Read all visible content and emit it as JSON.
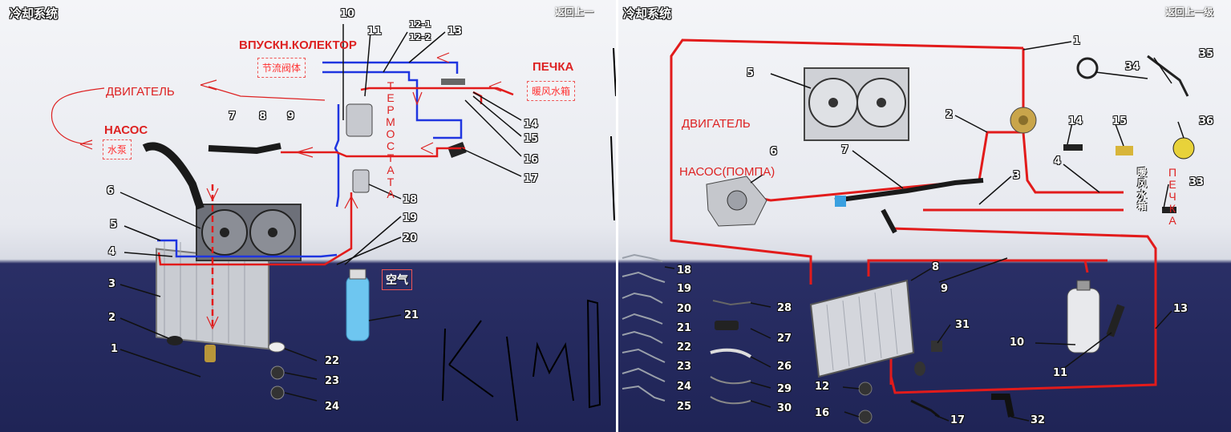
{
  "left_panel": {
    "header": "冷却系统",
    "back_link": "返回上一",
    "labels": {
      "intake": "ВПУСКН.КОЛЕКТОР",
      "heater": "ПЕЧКА",
      "engine": "ДВИГАТЕЛЬ",
      "pump": "НАСОС",
      "thermostat_vertical": "ТЕРМОСТАТА",
      "throttle_box": "节流阀体",
      "heater_box": "暖风水箱",
      "pump_box": "水泵",
      "air_box": "空气"
    },
    "callouts": [
      "10",
      "11",
      "12-1",
      "12-2",
      "13",
      "14",
      "15",
      "16",
      "17",
      "18",
      "19",
      "20",
      "21",
      "22",
      "23",
      "24",
      "1",
      "2",
      "3",
      "4",
      "5",
      "6",
      "7",
      "8",
      "9"
    ],
    "handwriting": "KIMD"
  },
  "right_panel": {
    "header": "冷却系统",
    "back_link": "返回上一级",
    "labels": {
      "engine": "ДВИГАТЕЛЬ",
      "pump": "НАСОС(ПОМПА)",
      "heater_vertical": "ПЕЧКА",
      "heater_box_vertical": "暖风水箱"
    },
    "callouts": [
      "1",
      "2",
      "3",
      "4",
      "5",
      "6",
      "7",
      "8",
      "9",
      "10",
      "11",
      "12",
      "13",
      "14",
      "15",
      "16",
      "17",
      "18",
      "19",
      "20",
      "21",
      "22",
      "23",
      "24",
      "25",
      "26",
      "27",
      "28",
      "29",
      "30",
      "31",
      "32",
      "33",
      "34",
      "35",
      "36"
    ]
  },
  "colors": {
    "red_line": "#e21b1b",
    "blue_line": "#1f35e0",
    "bg_top": "#eceef3",
    "bg_bottom": "#1f2456"
  }
}
